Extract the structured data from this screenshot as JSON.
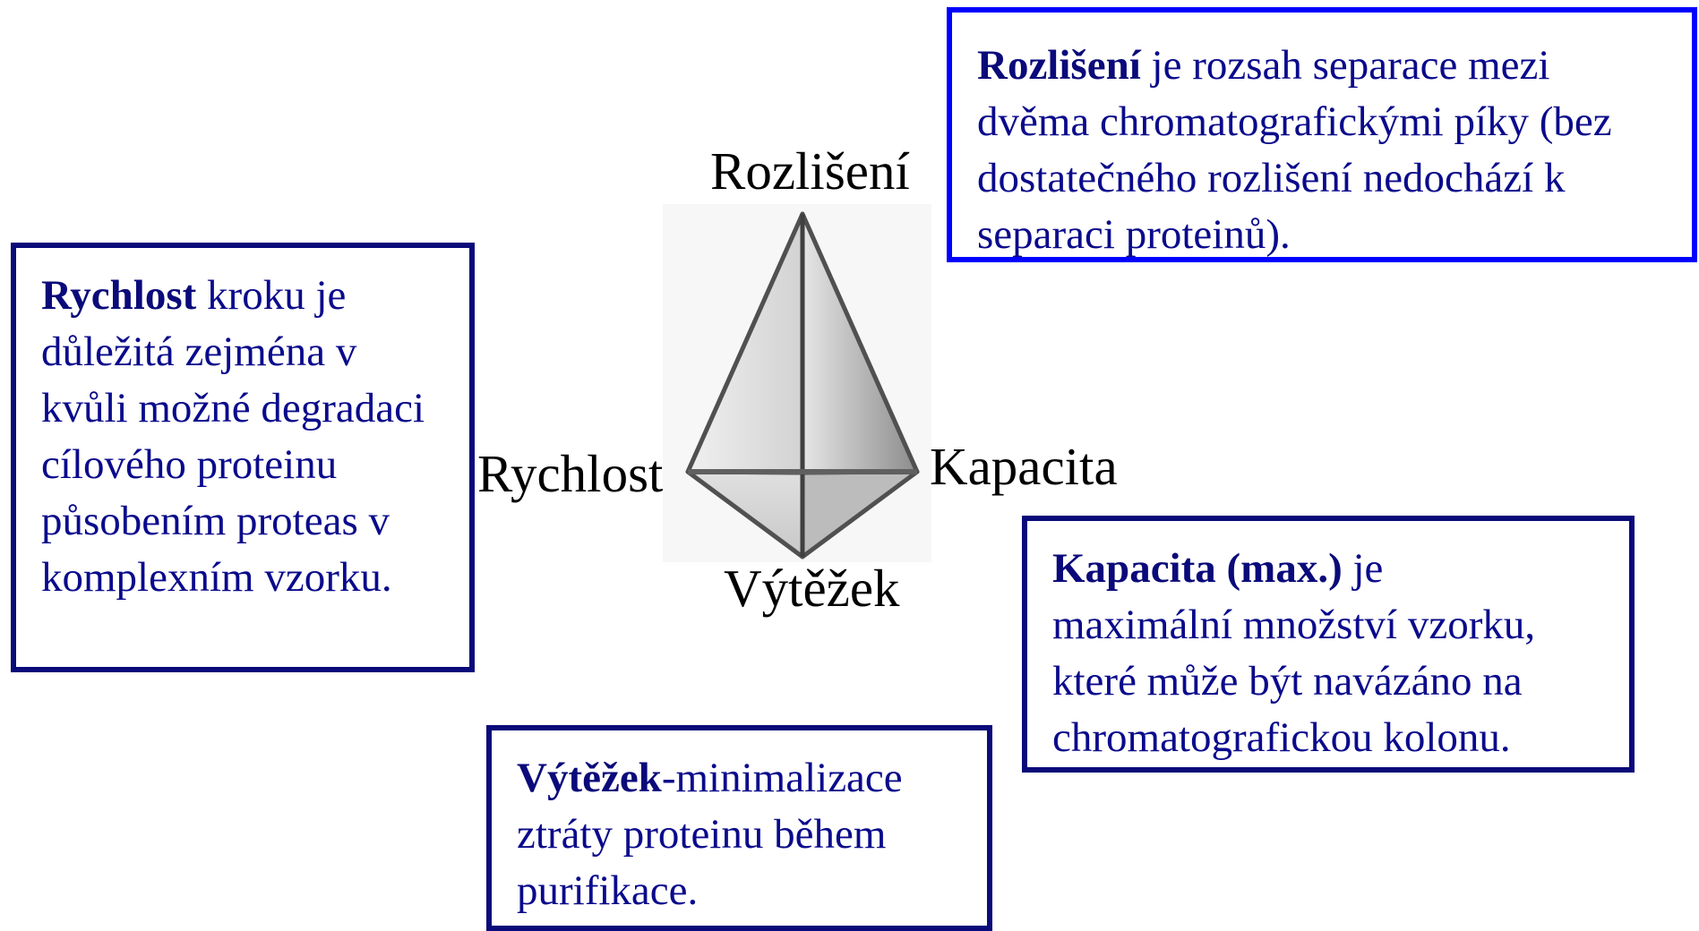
{
  "pyramid": {
    "vertices": {
      "top": "Rozlišení",
      "left": "Rychlost",
      "right": "Kapacita",
      "bottom": "Výtěžek"
    }
  },
  "boxes": {
    "rozliseni": {
      "term": "Rozlišení",
      "text_line1": " je rozsah separace mezi",
      "text_rest": "dvěma chromatografickými píky (bez dostatečného rozlišení nedochází k separaci proteinů)."
    },
    "rychlost": {
      "term": "Rychlost",
      "text_line1": " kroku je",
      "text_rest": "důležitá zejména v kvůli možné degradaci cílového proteinu působením proteas v komplexním vzorku."
    },
    "kapacita": {
      "term": "Kapacita (max.)",
      "text_line1": " je",
      "text_rest": "maximální množství vzorku, které může být navázáno na chromatografickou kolonu."
    },
    "vytezek": {
      "term": "Výtěžek",
      "text_line1": "-minimalizace",
      "text_rest": "ztráty proteinu během purifikace."
    }
  },
  "colors": {
    "box_border": "#0a0a7a",
    "box_border_highlight": "#0000ff",
    "box_text": "#0a0a8c",
    "pyramid_face_left": "#dcdcdc",
    "pyramid_face_right": "#9a9a9a",
    "pyramid_edge": "#505050"
  }
}
